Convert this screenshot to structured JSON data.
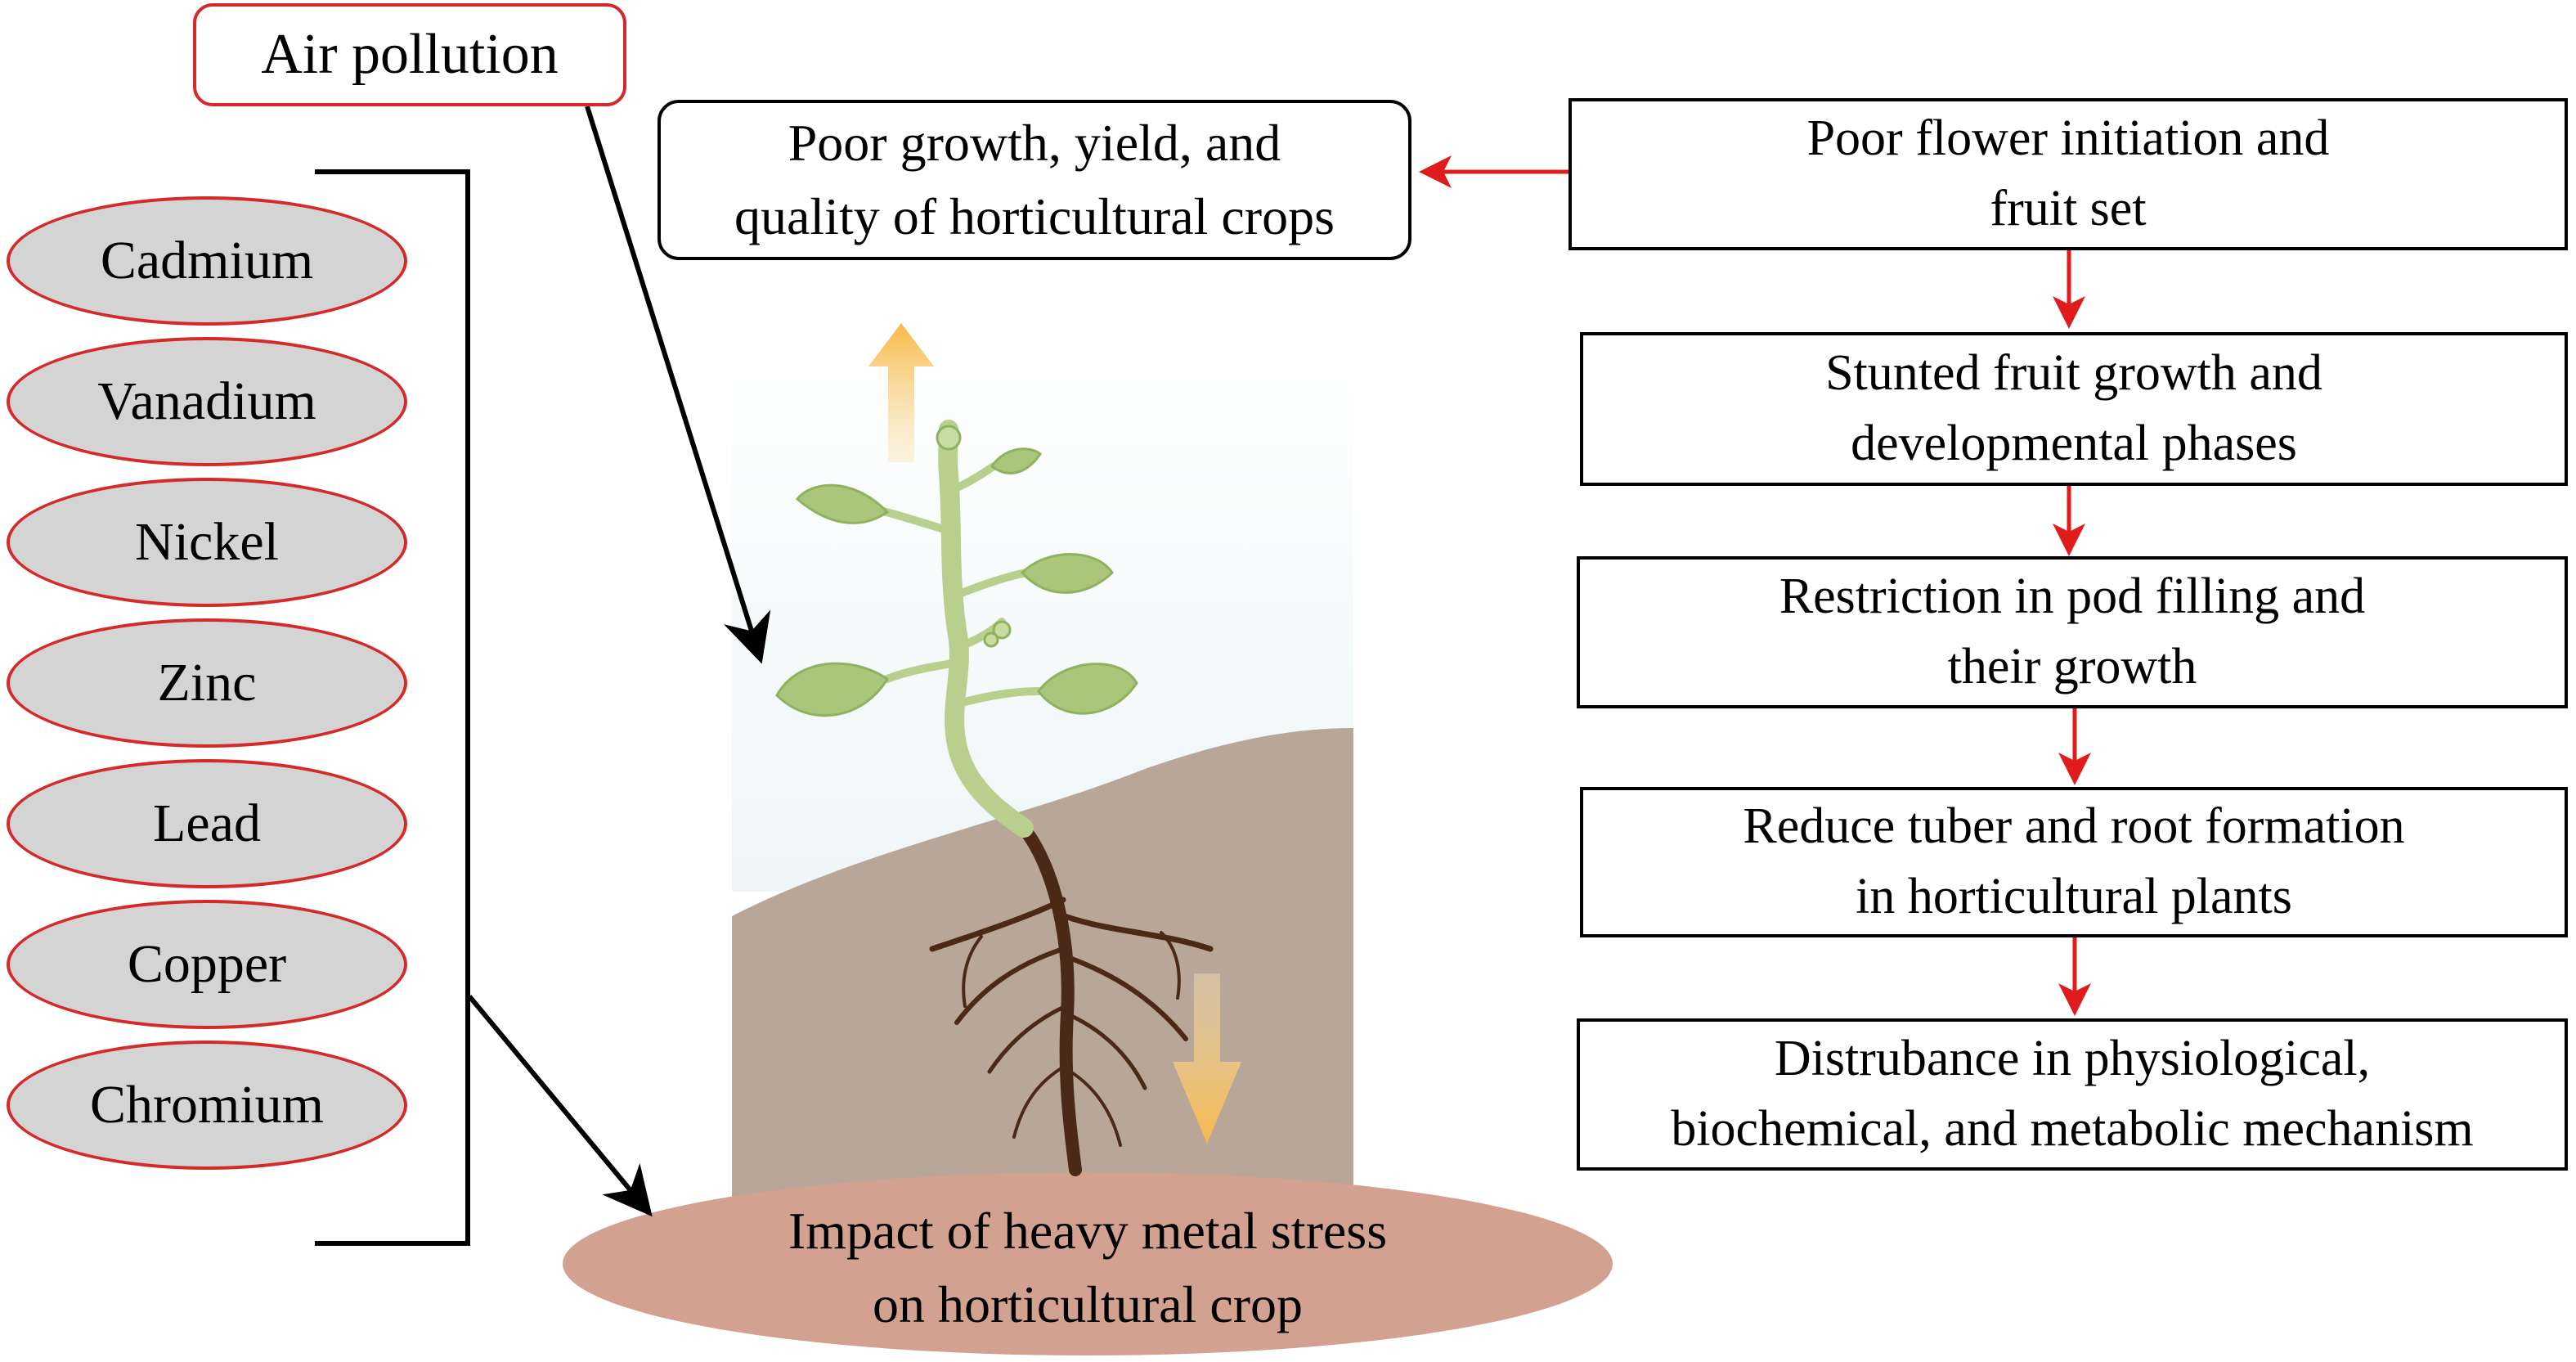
{
  "title_box": "Air pollution",
  "outcome_box": [
    "Poor growth, yield, and",
    "quality of horticultural crops"
  ],
  "metals": [
    "Cadmium",
    "Vanadium",
    "Nickel",
    "Zinc",
    "Lead",
    "Copper",
    "Chromium"
  ],
  "effects": [
    [
      "Poor flower initiation and",
      "fruit set"
    ],
    [
      "Stunted fruit growth and",
      "developmental phases"
    ],
    [
      "Restriction in pod filling and",
      "their growth"
    ],
    [
      "Reduce tuber and root formation",
      "in horticultural plants"
    ],
    [
      "Distrubance in physiological,",
      "biochemical, and metabolic mechanism"
    ]
  ],
  "base_label": [
    "Impact of heavy metal stress",
    "on horticultural crop"
  ],
  "colors": {
    "accent_red": "#d42a2a",
    "soil": "#b8a698",
    "base_ellipse": "#d2a18f",
    "stem_green": "#b8cf8d",
    "leaf_green": "#a9c67a",
    "root_brown": "#4a2a17",
    "arrow_orange": "#f6c35a"
  }
}
